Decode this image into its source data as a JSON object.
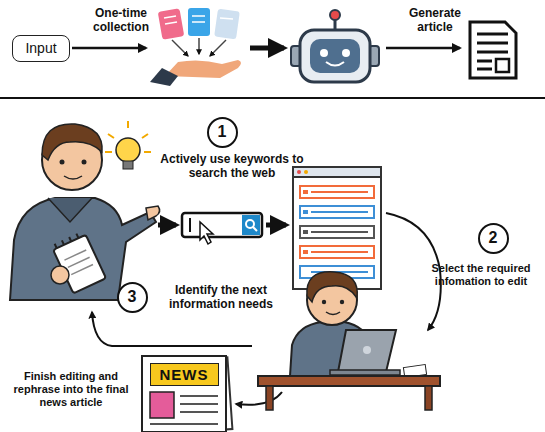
{
  "diagram": {
    "nodes": [
      {
        "text": [
          "Input"
        ]
      },
      {
        "text": [
          "1"
        ]
      },
      {
        "text": [
          "2"
        ]
      },
      {
        "text": [
          "3"
        ]
      },
      {
        "text": [
          "NEWS"
        ]
      }
    ],
    "labels": [
      "One-time collection",
      "Generate article",
      "Actively use keywords to search the web",
      "Select the required infomation to edit",
      "Identify the next information needs",
      "Finish editing and rephrase into the final news article"
    ]
  }
}
